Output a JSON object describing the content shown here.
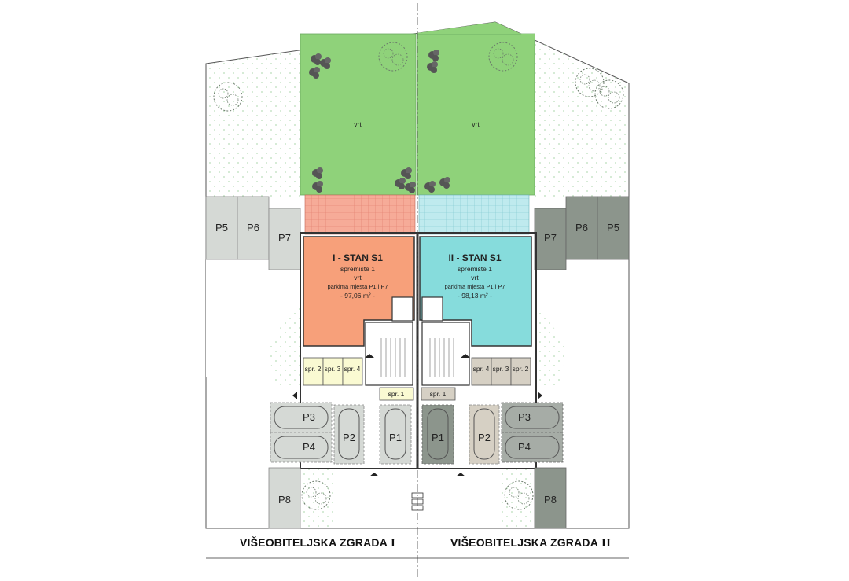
{
  "colors": {
    "garden": "#8fd27a",
    "terrace_left": "#f5a896",
    "terrace_right": "#b6e8ec",
    "apartment_left": "#f7a07a",
    "apartment_right": "#86dcdc",
    "storage_left": "#fafad2",
    "storage_right": "#d6d0c4",
    "parking_light": "#d5d9d5",
    "parking_dark": "#8c958c",
    "lawn_dots": "#c5e2c5"
  },
  "gardens": {
    "left_label": "vrt",
    "right_label": "vrt"
  },
  "apartments": [
    {
      "title_num": "I",
      "title_rest": " - STAN  S1",
      "line1": "spremište 1",
      "line2": "vrt",
      "line3": "parkima mjesta  P1 i P7",
      "area": "- 97,06 m² -"
    },
    {
      "title_num": "II",
      "title_rest": " - STAN  S1",
      "line1": "spremište 1",
      "line2": "vrt",
      "line3": "parkima mjesta  P1 i P7",
      "area": "- 98,13 m² -"
    }
  ],
  "storage": {
    "left": [
      "spr. 2",
      "spr. 3",
      "spr. 4"
    ],
    "right": [
      "spr. 4",
      "spr. 3",
      "spr. 2"
    ],
    "center_left": "spr. 1",
    "center_right": "spr. 1"
  },
  "parking": {
    "left": {
      "p5": "P5",
      "p6": "P6",
      "p7": "P7",
      "p3": "P3",
      "p4": "P4",
      "p2": "P2",
      "p1": "P1",
      "p8": "P8"
    },
    "right": {
      "p5": "P5",
      "p6": "P6",
      "p7": "P7",
      "p3": "P3",
      "p4": "P4",
      "p2": "P2",
      "p1": "P1",
      "p8": "P8"
    }
  },
  "captions": [
    {
      "text": "VIŠEOBITELJSKA ZGRADA",
      "num": "I"
    },
    {
      "text": "VIŠEOBITELJSKA ZGRADA",
      "num": "II"
    }
  ],
  "icons": [
    "tree-icon",
    "shrub-icon",
    "entrance-arrow-icon",
    "bin-icon"
  ]
}
